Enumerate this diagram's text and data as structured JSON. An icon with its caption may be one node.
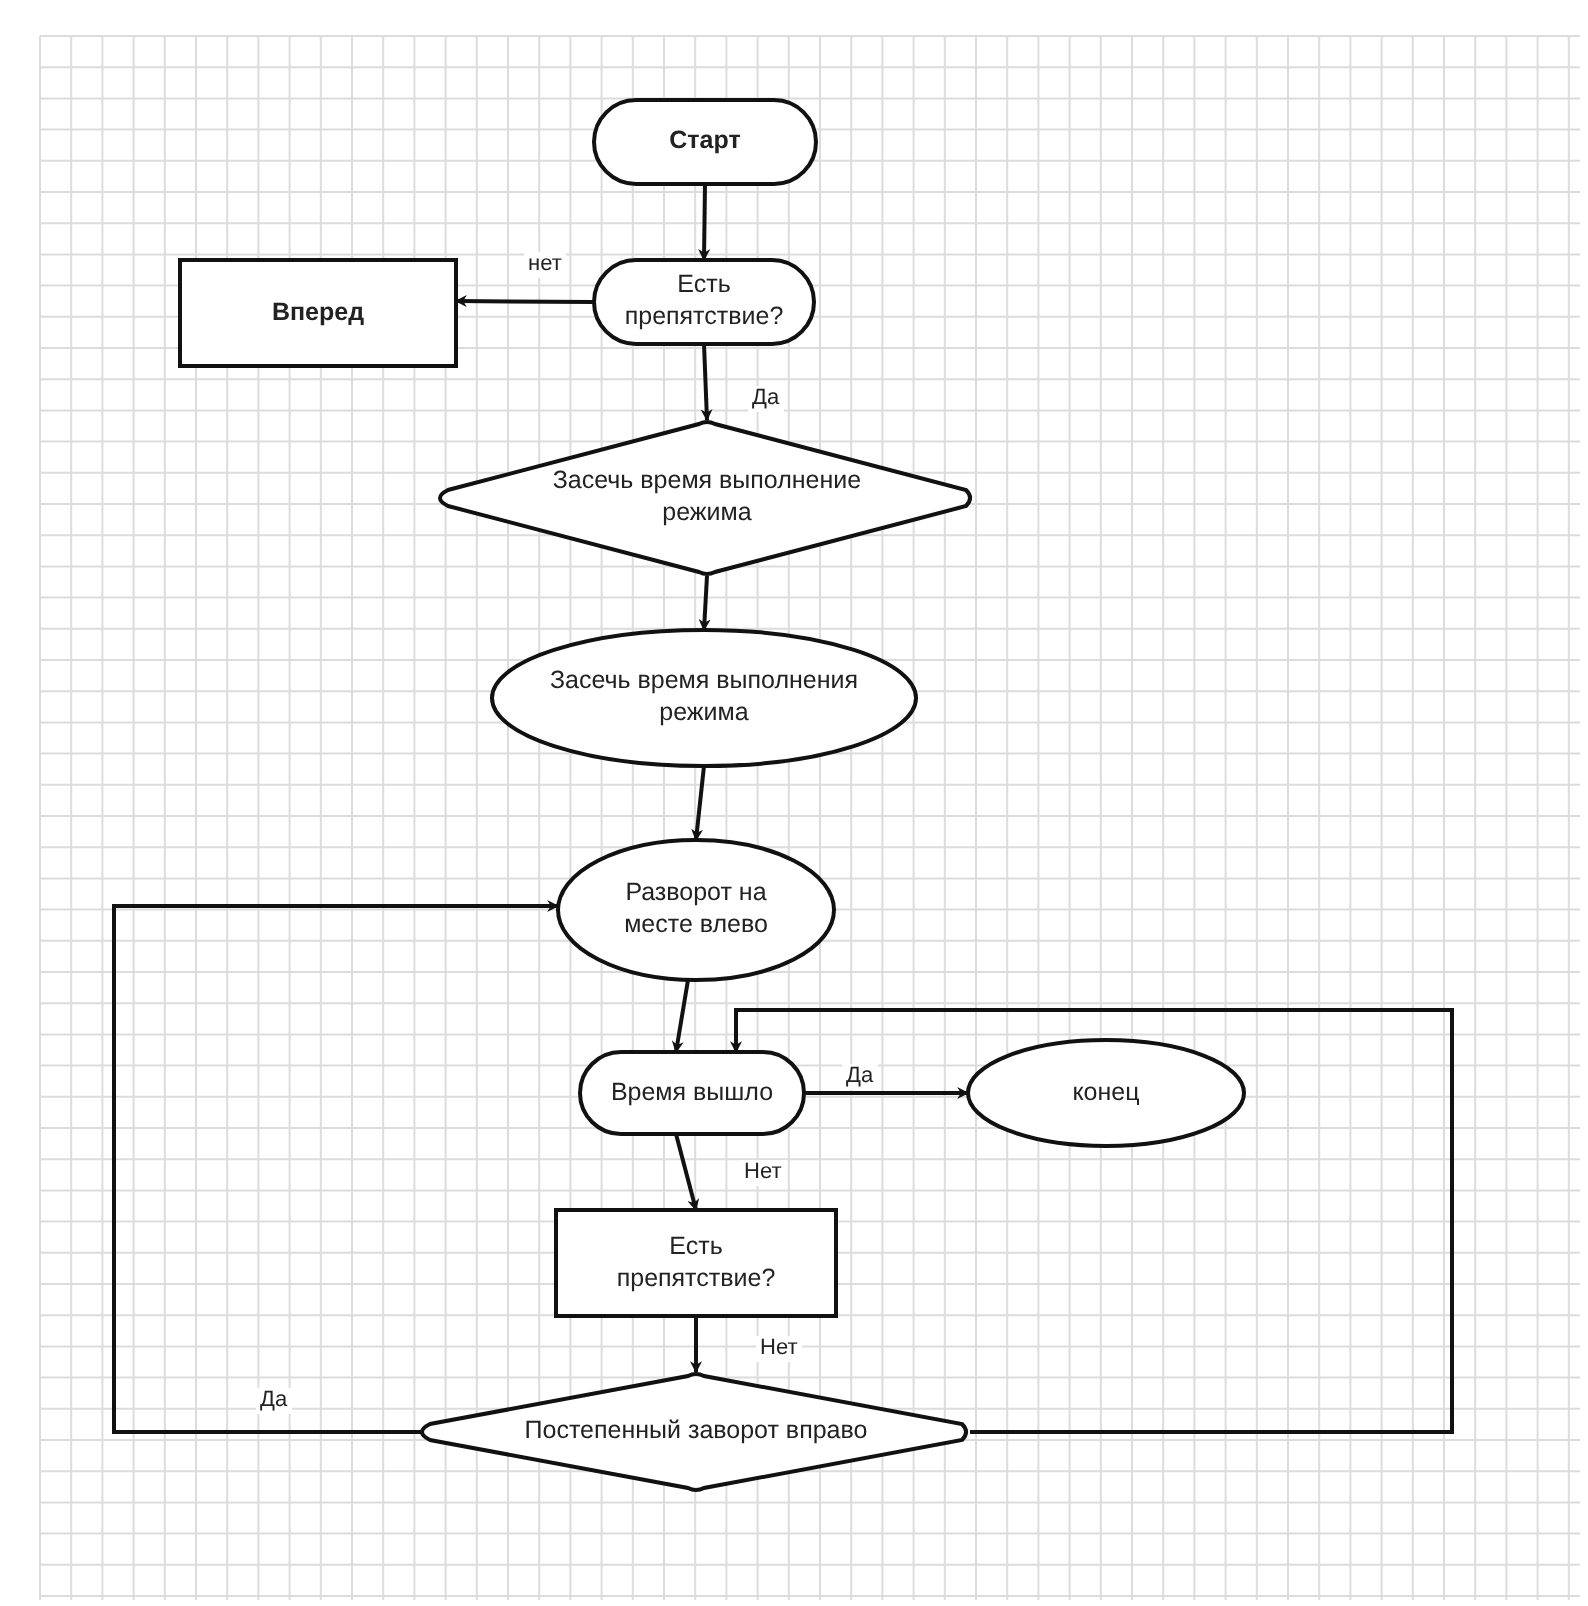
{
  "diagram": {
    "nodes": [
      {
        "text": [
          "Старт"
        ]
      },
      {
        "text": [
          "Есть препятствие?"
        ]
      },
      {
        "text": [
          "Вперед"
        ]
      },
      {
        "text": [
          "Засечь время выполнение режима"
        ]
      },
      {
        "text": [
          "Засечь время выполнения режима"
        ]
      },
      {
        "text": [
          "Разворот на месте влево"
        ]
      },
      {
        "text": [
          "Время вышло"
        ]
      },
      {
        "text": [
          "конец"
        ]
      },
      {
        "text": [
          "Есть препятствие?"
        ]
      },
      {
        "text": [
          "Постепенный заворот вправо"
        ]
      }
    ],
    "edges": [
      {
        "from": 0,
        "to": 1,
        "arrow": "to"
      },
      {
        "from": 1,
        "to": 2,
        "arrow": "to",
        "label": "нет"
      },
      {
        "from": 1,
        "to": 3,
        "arrow": "to",
        "label": "Да"
      },
      {
        "from": 3,
        "to": 4,
        "arrow": "to"
      },
      {
        "from": 4,
        "to": 5,
        "arrow": "to"
      },
      {
        "from": 5,
        "to": 6,
        "arrow": "to"
      },
      {
        "from": 6,
        "to": 7,
        "arrow": "to",
        "label": "Да"
      },
      {
        "from": 6,
        "to": 8,
        "arrow": "to",
        "label": "Нет"
      },
      {
        "from": 8,
        "to": 9,
        "arrow": "to",
        "label": "Нет"
      },
      {
        "from": 9,
        "to": 5,
        "arrow": "to",
        "label": "Да"
      },
      {
        "from": 9,
        "to": 6,
        "arrow": "to"
      }
    ]
  }
}
